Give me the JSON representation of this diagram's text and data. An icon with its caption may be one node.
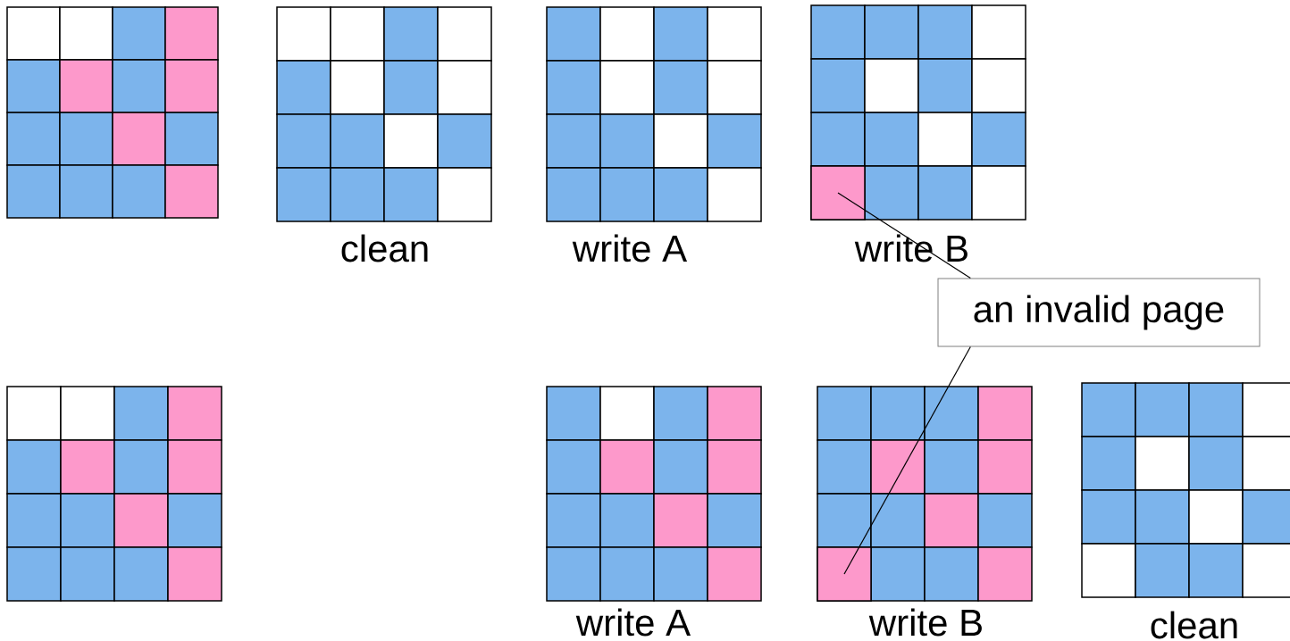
{
  "diagram": {
    "nodes": [
      {
        "text": [],
        "shape": "box"
      },
      {
        "text": [
          "an invalid page"
        ]
      },
      {
        "text": [],
        "shape": "box"
      }
    ],
    "edges": [
      {
        "from": 1,
        "to": 0,
        "arrow": "none"
      },
      {
        "from": 1,
        "to": 2,
        "arrow": "none"
      }
    ],
    "labels": [
      "clean",
      "write A",
      "write B",
      "write A",
      "write B",
      "clean"
    ]
  }
}
